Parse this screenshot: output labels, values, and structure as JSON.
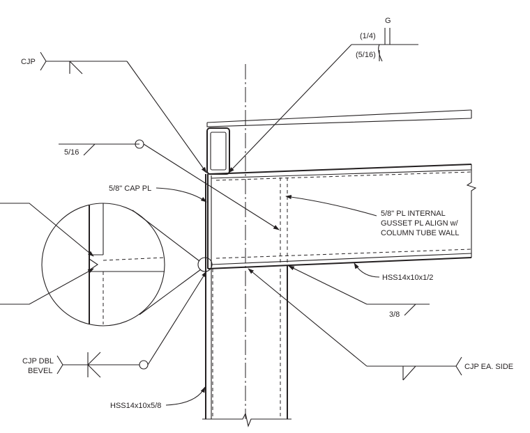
{
  "labels": {
    "weld_g": "G",
    "weld_quarter": "(1/4)",
    "weld_five_sixteenths_paren": "(5/16)",
    "cjp_top": "CJP",
    "fillet_5_16": "5/16",
    "cap_plate": "5/8\" CAP PL",
    "gusset_line1": "5/8\" PL INTERNAL",
    "gusset_line2": "GUSSET PL ALIGN w/",
    "gusset_line3": "COLUMN TUBE WALL",
    "beam_section": "HSS14x10x1/2",
    "fillet_3_8": "3/8",
    "cjp_each_side": "CJP EA. SIDE",
    "cjp_dbl_line1": "CJP DBL",
    "cjp_dbl_line2": "BEVEL",
    "column_section": "HSS14x10x5/8"
  },
  "colors": {
    "ink": "#231f20",
    "background": "#ffffff"
  }
}
